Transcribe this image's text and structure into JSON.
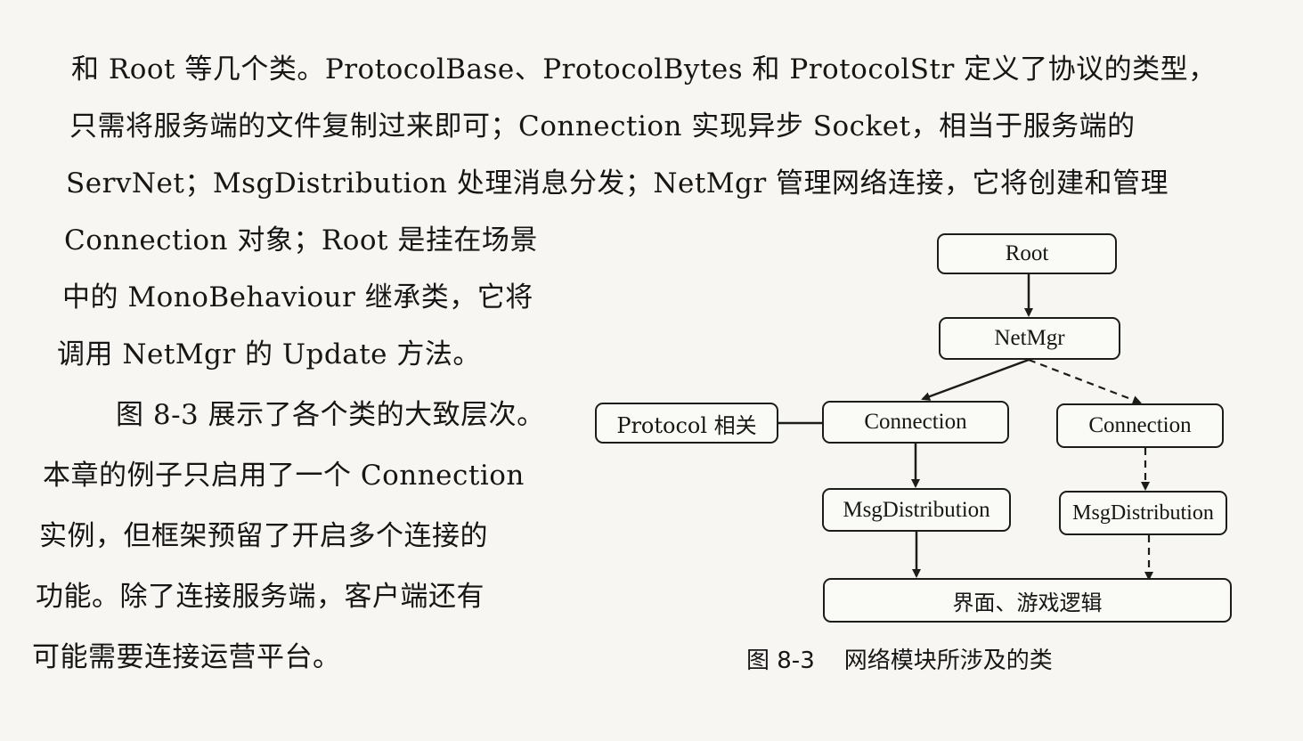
{
  "body_text": {
    "lines": [
      "和 Root 等几个类。ProtocolBase、ProtocolBytes 和 ProtocolStr 定义了协议的类型，",
      "只需将服务端的文件复制过来即可；Connection 实现异步 Socket，相当于服务端的",
      "ServNet；MsgDistribution 处理消息分发；NetMgr 管理网络连接，它将创建和管理",
      "Connection 对象；Root 是挂在场景",
      "中的 MonoBehaviour 继承类，它将",
      "调用 NetMgr 的 Update 方法。",
      "图 8-3 展示了各个类的大致层次。",
      "本章的例子只启用了一个 Connection",
      "实例，但框架预留了开启多个连接的",
      "功能。除了连接服务端，客户端还有",
      "可能需要连接运营平台。"
    ]
  },
  "figure": {
    "nodes": {
      "root": "Root",
      "netmgr": "NetMgr",
      "protocol": "Protocol 相关",
      "connection_1": "Connection",
      "connection_2": "Connection",
      "msgdistribution_1": "MsgDistribution",
      "msgdistribution_2": "MsgDistribution",
      "ui_game_logic": "界面、游戏逻辑"
    },
    "caption": "图 8-3    网络模块所涉及的类"
  }
}
